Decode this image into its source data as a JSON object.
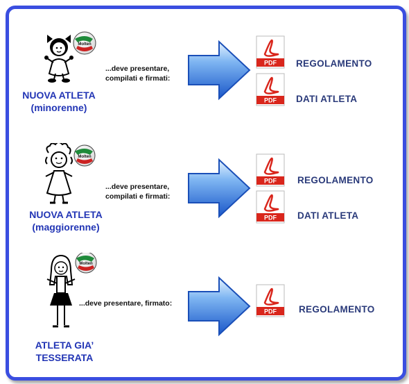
{
  "sections": [
    {
      "athlete_line1": "NUOVA ATLETA",
      "athlete_line2": "(minorenne)",
      "requirement_line1": "...deve presentare,",
      "requirement_line2": "compilati e firmati:",
      "documents": [
        {
          "icon": "pdf-icon",
          "badge": "PDF",
          "label": "REGOLAMENTO"
        },
        {
          "icon": "pdf-icon",
          "badge": "PDF",
          "label": "DATI ATLETA"
        }
      ]
    },
    {
      "athlete_line1": "NUOVA ATLETA",
      "athlete_line2": "(maggiorenne)",
      "requirement_line1": "...deve presentare,",
      "requirement_line2": "compilati e firmati:",
      "documents": [
        {
          "icon": "pdf-icon",
          "badge": "PDF",
          "label": "REGOLAMENTO"
        },
        {
          "icon": "pdf-icon",
          "badge": "PDF",
          "label": "DATI ATLETA"
        }
      ]
    },
    {
      "athlete_line1": "ATLETA GIA’",
      "athlete_line2": "TESSERATA",
      "requirement_line1": "...deve presentare, firmato:",
      "documents": [
        {
          "icon": "pdf-icon",
          "badge": "PDF",
          "label": "REGOLAMENTO"
        }
      ]
    }
  ],
  "ball_brand": "Molten",
  "colors": {
    "frame": "#3a4ee0",
    "athlete_label": "#2235b5",
    "doc_label": "#2a3a7a",
    "arrow_light": "#cfe6ff",
    "arrow_dark": "#1d5fd0",
    "pdf_red": "#d9261c"
  }
}
